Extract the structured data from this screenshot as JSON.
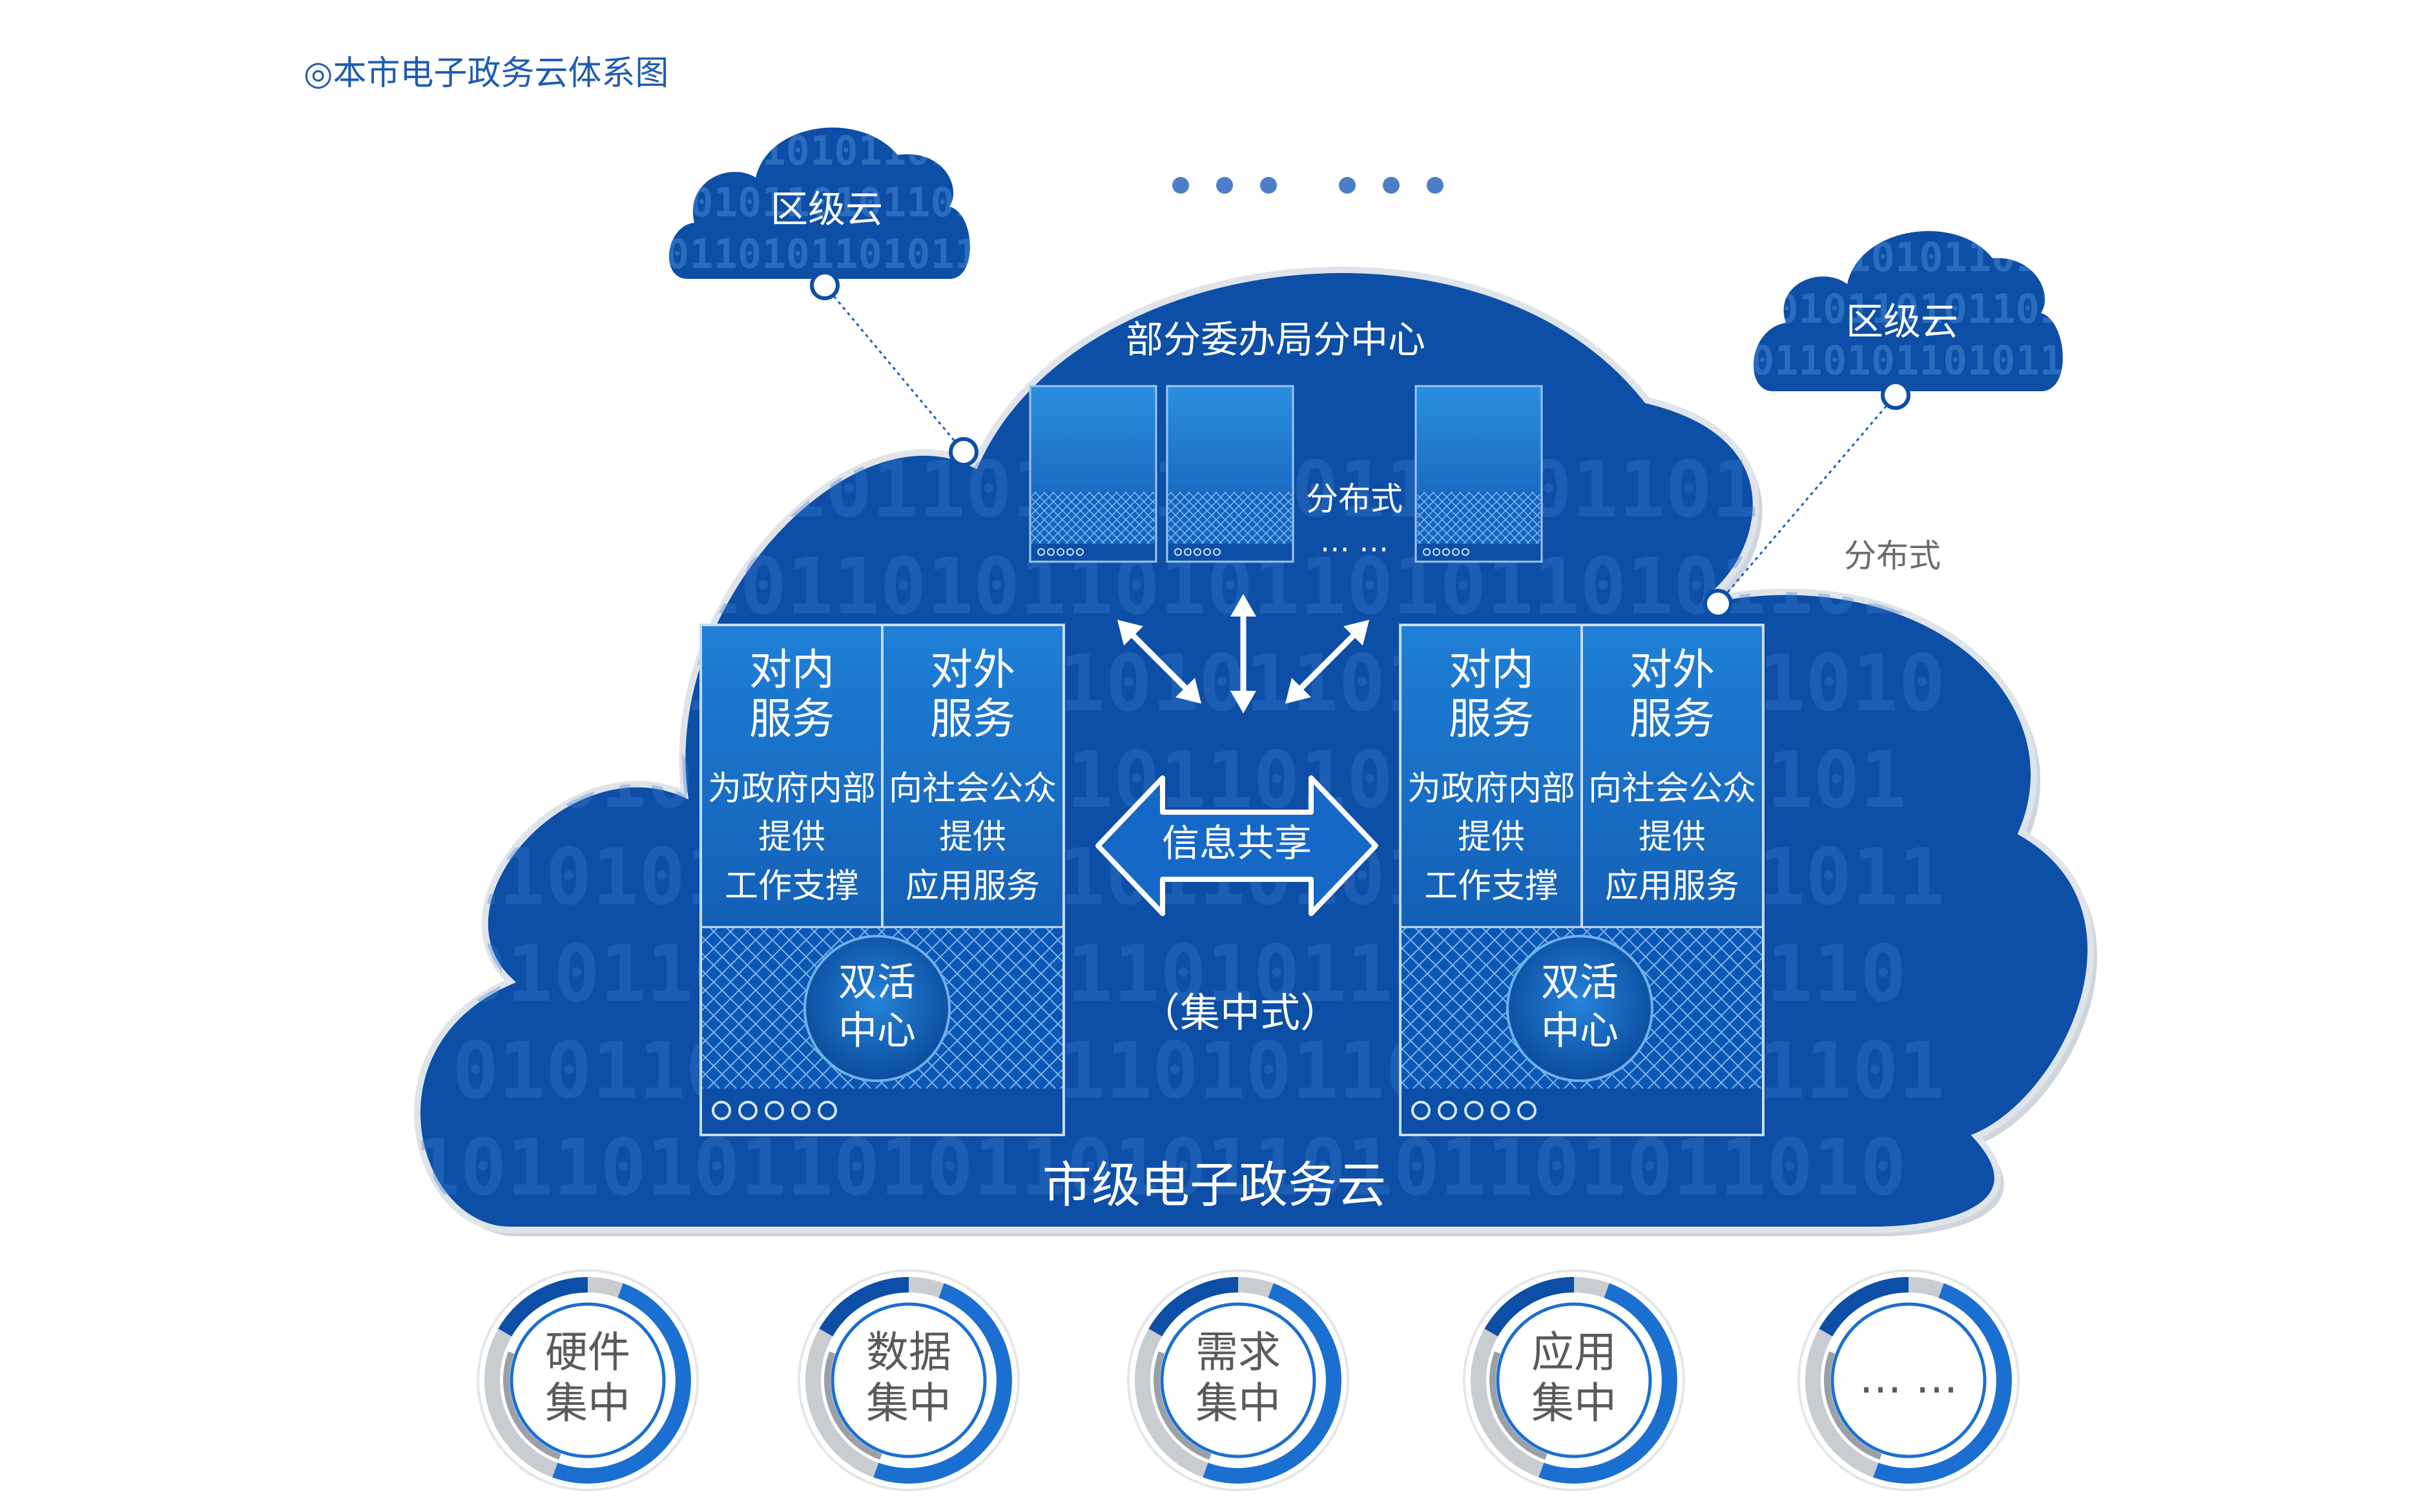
{
  "caption": "◎本市电子政务云体系图",
  "district_cloud_left": "区级云",
  "district_cloud_right": "区级云",
  "distributed_label_right": "分布式",
  "top_section": {
    "title": "部分委办局分中心",
    "distributed_label": "分布式",
    "ellipsis": "… …"
  },
  "main_cloud_title": "市级电子政务云",
  "center": {
    "share_label": "信息共享",
    "centralized_label": "（集中式）"
  },
  "panels": [
    {
      "internal": {
        "title": [
          "对内",
          "服务"
        ],
        "body": [
          "为政府内部",
          "提供",
          "工作支撑"
        ]
      },
      "external": {
        "title": [
          "对外",
          "服务"
        ],
        "body": [
          "向社会公众",
          "提供",
          "应用服务"
        ]
      },
      "hub": [
        "双活",
        "中心"
      ]
    },
    {
      "internal": {
        "title": [
          "对内",
          "服务"
        ],
        "body": [
          "为政府内部",
          "提供",
          "工作支撑"
        ]
      },
      "external": {
        "title": [
          "对外",
          "服务"
        ],
        "body": [
          "向社会公众",
          "提供",
          "应用服务"
        ]
      },
      "hub": [
        "双活",
        "中心"
      ]
    }
  ],
  "rings": [
    {
      "lines": [
        "硬件",
        "集中"
      ],
      "icon": "ring-gauge"
    },
    {
      "lines": [
        "数据",
        "集中"
      ],
      "icon": "ring-gauge"
    },
    {
      "lines": [
        "需求",
        "集中"
      ],
      "icon": "ring-gauge"
    },
    {
      "lines": [
        "应用",
        "集中"
      ],
      "icon": "ring-gauge"
    },
    {
      "lines": [
        "… …"
      ],
      "icon": "ring-gauge"
    }
  ],
  "colors": {
    "cloud_blue": "#0d4ea6",
    "cloud_deep": "#083f8f",
    "panel_blue": "#1e7ad4",
    "accent_blue": "#1a6fd0",
    "text_gray": "#5a5a5a"
  }
}
